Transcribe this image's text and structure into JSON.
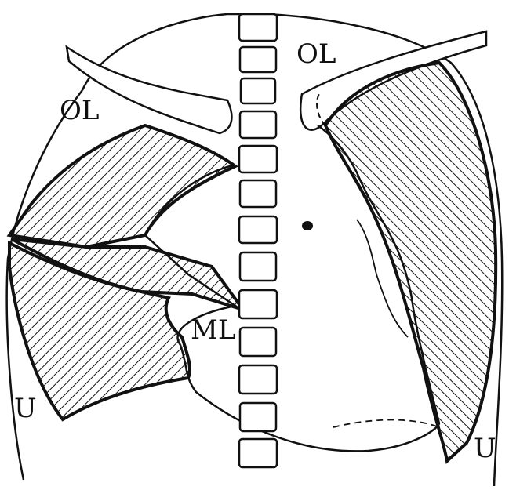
{
  "labels": {
    "upper_left": "OL",
    "upper_right": "OL",
    "middle": "ML",
    "lower_left": "U",
    "lower_right": "U"
  },
  "colors": {
    "ink": "#111111",
    "background": "#ffffff"
  }
}
